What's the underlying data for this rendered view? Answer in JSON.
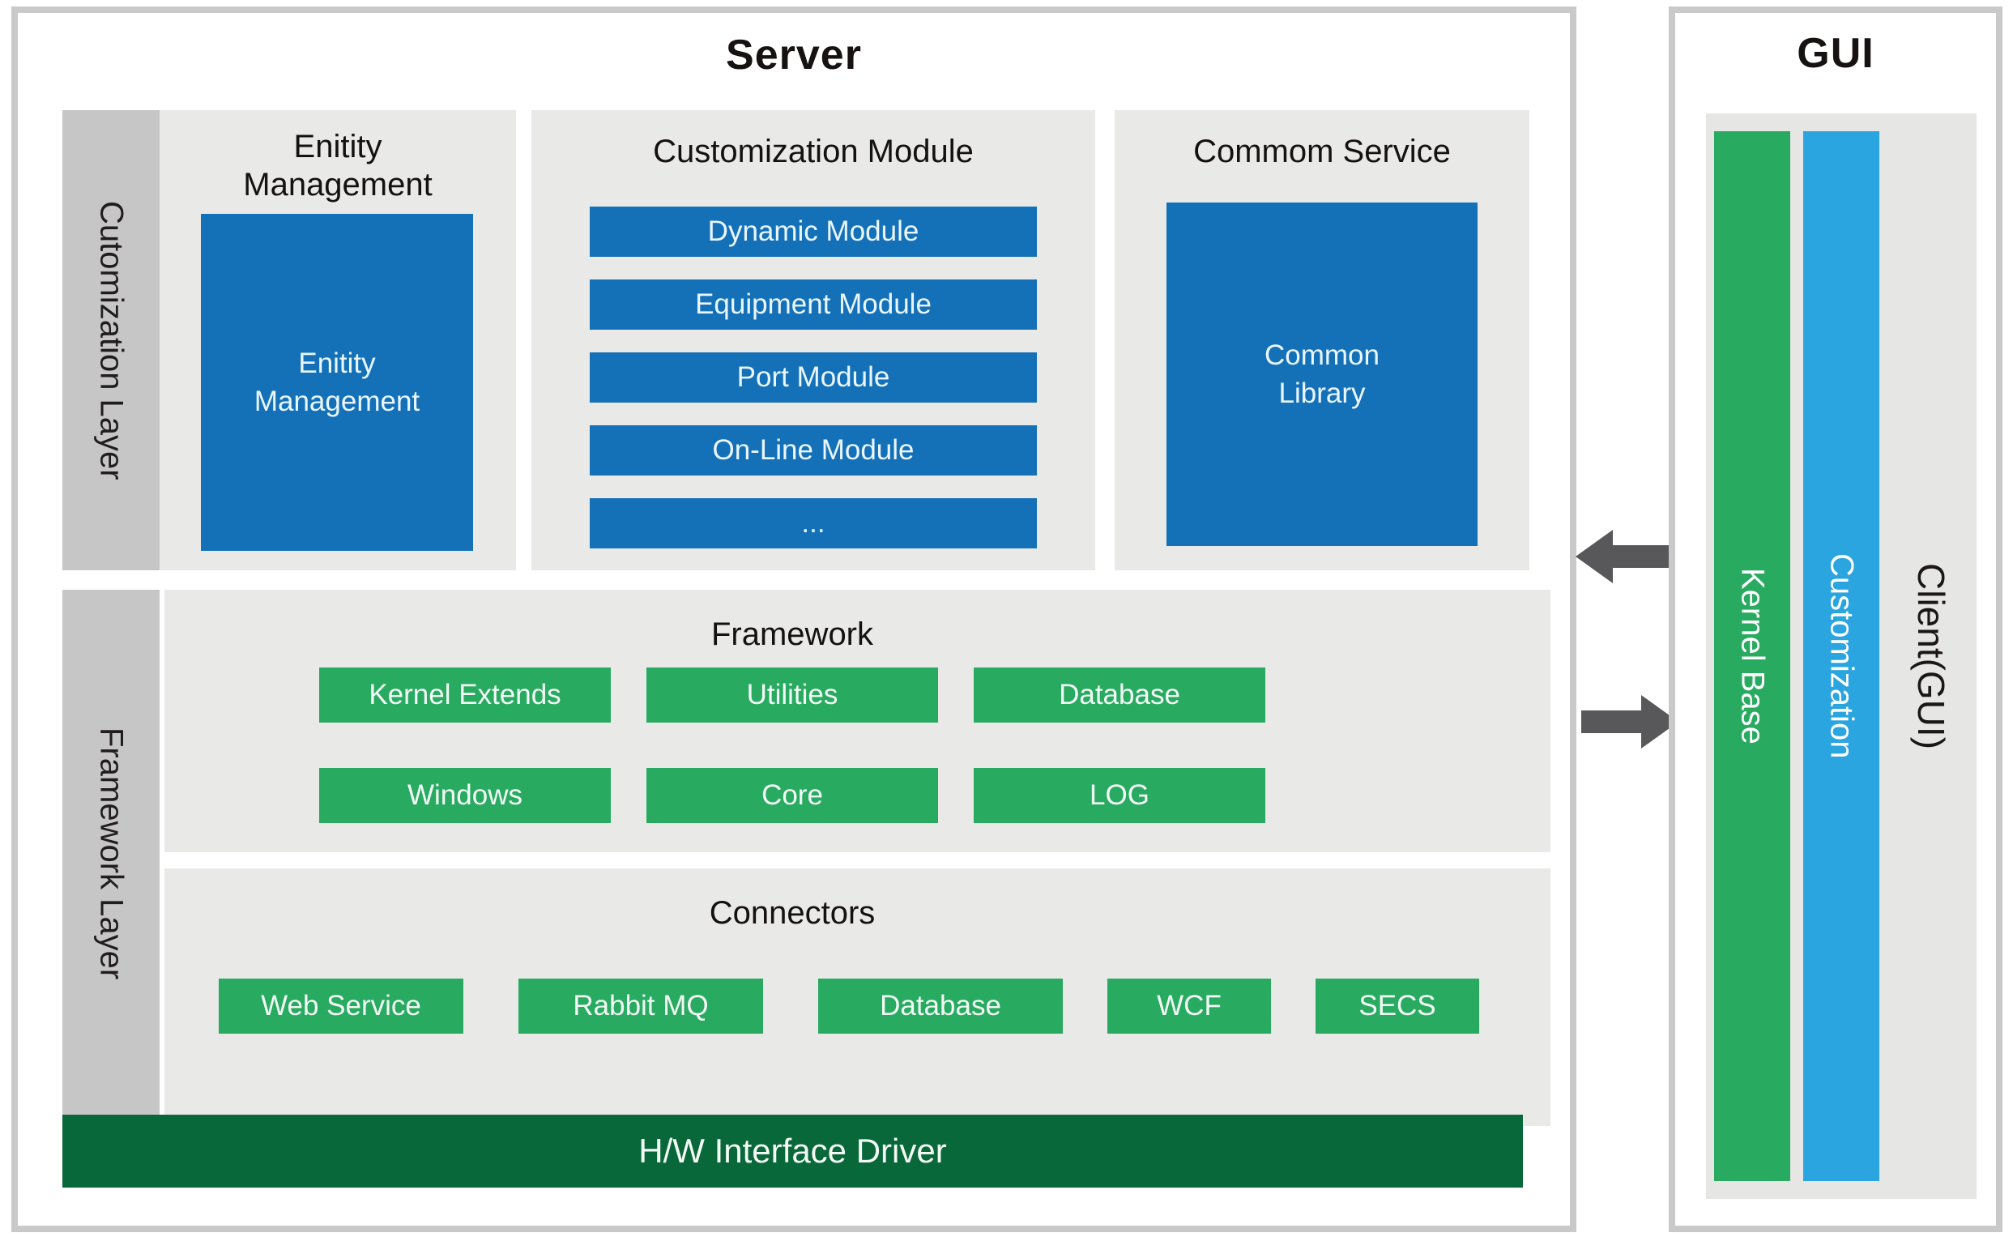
{
  "server": {
    "title": "Server",
    "customization_layer_label": "Cutomization Layer",
    "framework_layer_label": "Framework Layer",
    "entity_section": {
      "heading": "Enitity Management",
      "box_label": "Enitity Management"
    },
    "customization_module": {
      "heading": "Customization Module",
      "items": [
        "Dynamic Module",
        "Equipment Module",
        "Port Module",
        "On-Line Module",
        "..."
      ]
    },
    "common_service": {
      "heading": "Commom Service",
      "box_label": "Common Library"
    },
    "framework": {
      "heading": "Framework",
      "row1": [
        "Kernel Extends",
        "Utilities",
        "Database"
      ],
      "row2": [
        "Windows",
        "Core",
        "LOG"
      ]
    },
    "connectors": {
      "heading": "Connectors",
      "items": [
        "Web Service",
        "Rabbit MQ",
        "Database",
        "WCF",
        "SECS"
      ]
    },
    "hw_bar_label": "H/W Interface Driver"
  },
  "gui": {
    "title": "GUI",
    "kernel_base_label": "Kernel Base",
    "customization_label": "Customization",
    "client_label": "Client(GUI)"
  },
  "colors": {
    "server_blue": "#1471b8",
    "gui_blue": "#2aa5e0",
    "green": "#29aa61",
    "dark_green": "#08683a",
    "section_gray": "#e9e9e8",
    "sidebar_gray": "#c6c6c6",
    "border_gray": "#c9c9c9",
    "arrow_gray": "#58585a"
  }
}
